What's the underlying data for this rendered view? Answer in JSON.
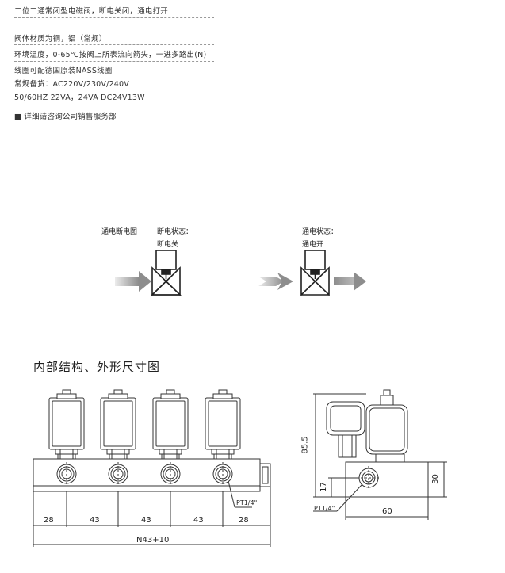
{
  "specs": {
    "line1": "二位二通常闭型电磁阀，断电关闭，通电打开",
    "line2": "阀体材质为铜，铝（常规）",
    "line3": "环境温度，0-65℃按阀上所表流向箭头，一进多路出(N)",
    "line4": "线圈可配德国原装NASS线圈",
    "line5": "常规备货：AC220V/230V/240V",
    "line6": "50/60HZ 22VA，24VA DC24V13W",
    "line7": "■ 详细请咨询公司销售服务部"
  },
  "state_diagram": {
    "title": "通电断电图",
    "off_label_1": "断电状态：",
    "off_label_2": "断电关",
    "on_label_1": "通电状态：",
    "on_label_2": "通电开"
  },
  "section_title": "内部结构、外形尺寸图",
  "dimensions": {
    "d1": "28",
    "d2": "43",
    "d3": "43",
    "d4": "43",
    "d5": "28",
    "total": "N43+10",
    "port_front": "PT1/4\"",
    "height": "85.5",
    "port_height": "17",
    "body_height": "30",
    "width": "60",
    "port_side": "PT1/4\""
  },
  "colors": {
    "line": "#333333",
    "arrow_gray": "#9a9a9a",
    "arrow_dark": "#777777"
  }
}
